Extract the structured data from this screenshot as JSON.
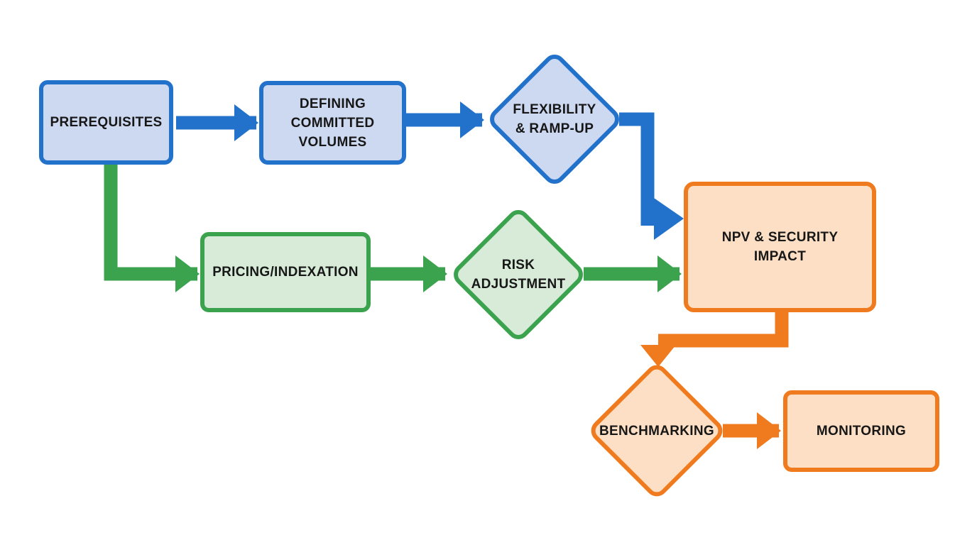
{
  "diagram": {
    "type": "flowchart",
    "background": "#ffffff"
  },
  "colors": {
    "blue": "#2272cb",
    "blue-fill": "#cdd9f1",
    "green": "#3ba24e",
    "green-fill": "#d7ebd8",
    "orange": "#ef7b1e",
    "orange-fill": "#fcdfc4",
    "ink": "#171717",
    "bg": "#ffffff"
  },
  "nodes": {
    "prerequisites": {
      "label": "PREREQUISITES",
      "shape": "rectangle",
      "scheme": "blue"
    },
    "defining_committed_volumes": {
      "label": "DEFINING\nCOMMITTED\nVOLUMES",
      "shape": "rectangle",
      "scheme": "blue"
    },
    "flexibility_ramp_up": {
      "label": "FLEXIBILITY\n& RAMP-UP",
      "shape": "diamond",
      "scheme": "blue"
    },
    "pricing_indexation": {
      "label": "PRICING/INDEXATION",
      "shape": "rectangle",
      "scheme": "green"
    },
    "risk_adjustment": {
      "label": "RISK\nADJUSTMENT",
      "shape": "diamond",
      "scheme": "green"
    },
    "npv_security_impact": {
      "label": "NPV & SECURITY\nIMPACT",
      "shape": "rectangle",
      "scheme": "orange"
    },
    "benchmarking": {
      "label": "BENCHMARKING",
      "shape": "diamond",
      "scheme": "orange"
    },
    "monitoring": {
      "label": "MONITORING",
      "shape": "rectangle",
      "scheme": "orange"
    }
  },
  "edges": [
    {
      "from": "prerequisites",
      "to": "defining_committed_volumes",
      "color": "blue"
    },
    {
      "from": "defining_committed_volumes",
      "to": "flexibility_ramp_up",
      "color": "blue"
    },
    {
      "from": "flexibility_ramp_up",
      "to": "npv_security_impact",
      "color": "blue"
    },
    {
      "from": "prerequisites",
      "to": "pricing_indexation",
      "color": "green"
    },
    {
      "from": "pricing_indexation",
      "to": "risk_adjustment",
      "color": "green"
    },
    {
      "from": "risk_adjustment",
      "to": "npv_security_impact",
      "color": "green"
    },
    {
      "from": "npv_security_impact",
      "to": "benchmarking",
      "color": "orange"
    },
    {
      "from": "benchmarking",
      "to": "monitoring",
      "color": "orange"
    }
  ]
}
